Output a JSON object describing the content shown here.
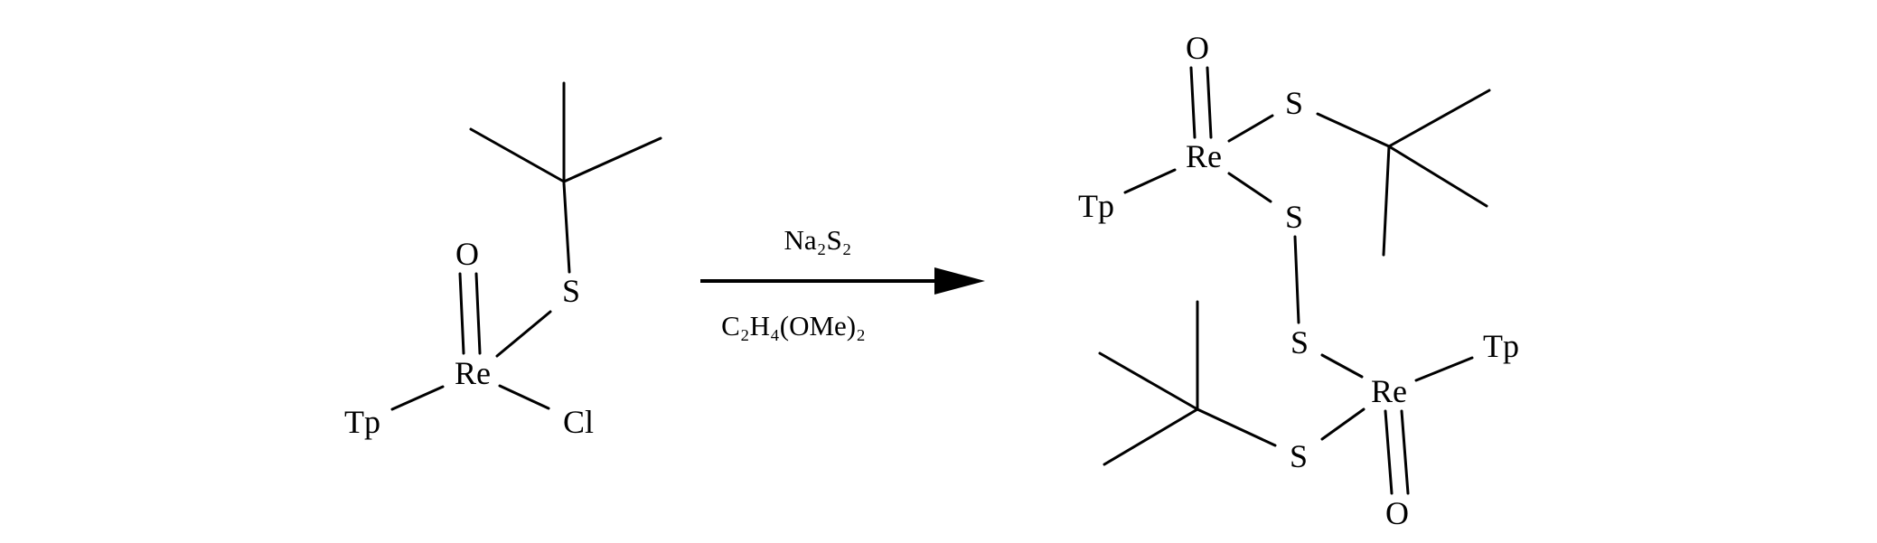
{
  "scheme": {
    "reactant": {
      "tp": "Tp",
      "re": "Re",
      "o": "O",
      "s": "S",
      "cl": "Cl"
    },
    "arrow": {
      "reagent_above": "Na₂S₂",
      "reagent_below": "C₂H₄(OMe)₂"
    },
    "product": {
      "top_unit": {
        "tp": "Tp",
        "re": "Re",
        "o": "O",
        "s_thiolate": "S",
        "s_bridge": "S"
      },
      "bottom_unit": {
        "tp": "Tp",
        "re": "Re",
        "o": "O",
        "s_thiolate": "S",
        "s_bridge": "S"
      }
    }
  },
  "colors": {
    "background": "#ffffff",
    "ink": "#000000"
  }
}
